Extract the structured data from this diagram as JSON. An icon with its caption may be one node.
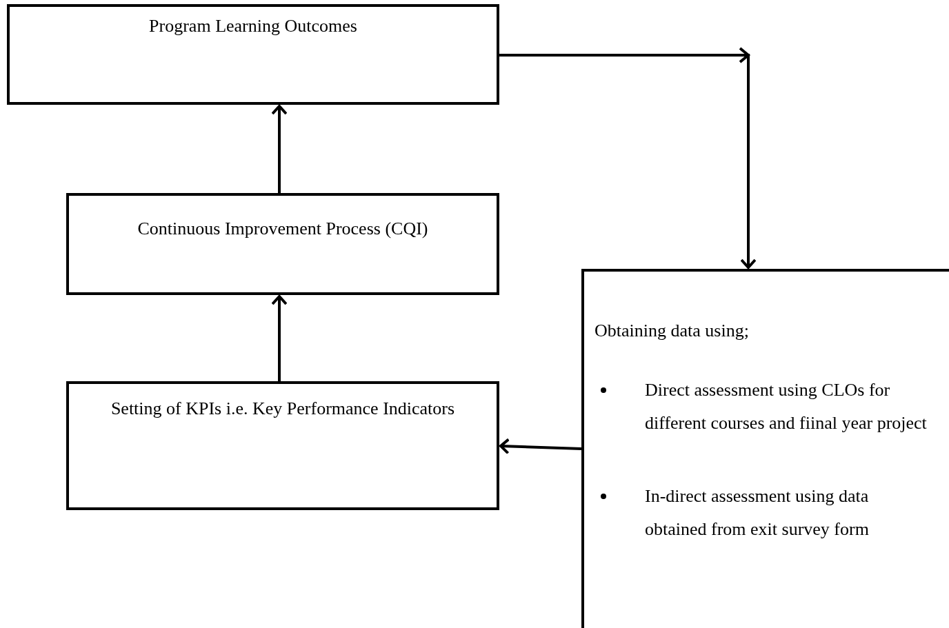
{
  "diagram": {
    "nodes": [
      {
        "text": [
          "Program Learning Outcomes"
        ]
      },
      {
        "text": [
          "Continuous Improvement Process (CQI)"
        ]
      },
      {
        "text": [
          "Setting of KPIs i.e. Key Performance Indicators"
        ]
      },
      {
        "text": [
          "Obtaining data using;",
          "Direct assessment using CLOs for different courses and fiinal year project",
          "In-direct assessment using data obtained from exit survey form"
        ]
      }
    ],
    "edges": [
      {
        "from": 1,
        "to": 0,
        "arrow": "to"
      },
      {
        "from": 2,
        "to": 1,
        "arrow": "to"
      },
      {
        "from": 0,
        "to": 3,
        "arrow": "to"
      },
      {
        "from": 3,
        "to": 2,
        "arrow": "to"
      }
    ]
  }
}
